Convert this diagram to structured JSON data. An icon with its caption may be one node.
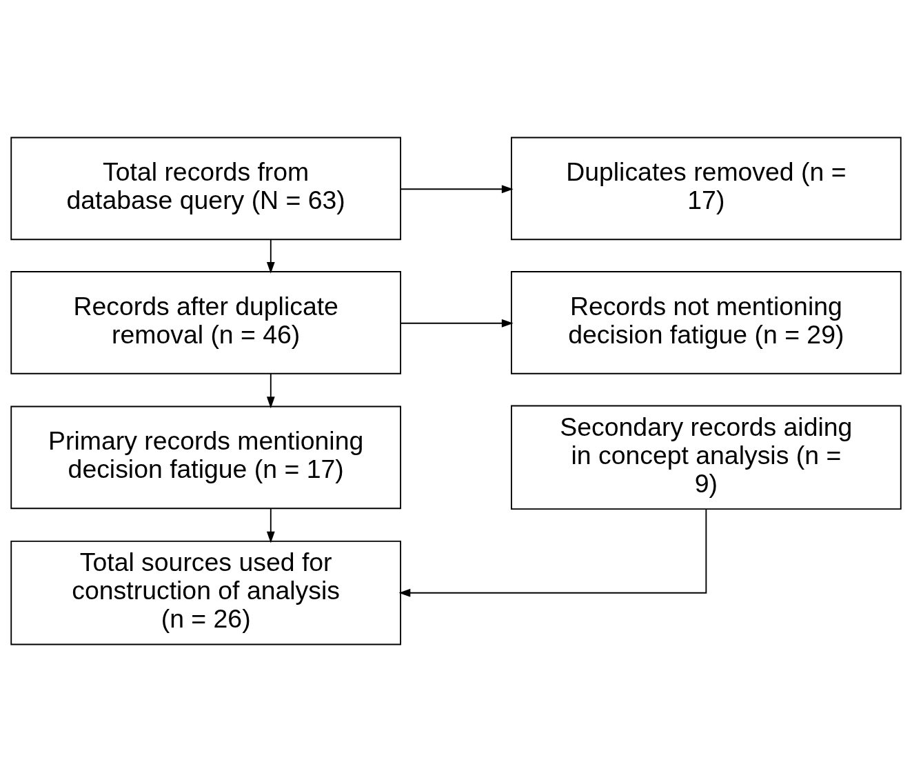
{
  "diagram": {
    "nodes": [
      {
        "text": [
          "Total records from database query (N = 63)"
        ]
      },
      {
        "text": [
          "Duplicates removed (n = 17)"
        ]
      },
      {
        "text": [
          "Records after duplicate removal (n = 46)"
        ]
      },
      {
        "text": [
          "Records not mentioning decision fatigue (n = 29)"
        ]
      },
      {
        "text": [
          "Primary records mentioning decision fatigue (n = 17)"
        ]
      },
      {
        "text": [
          "Secondary records aiding in concept analysis (n = 9)"
        ]
      },
      {
        "text": [
          "Total sources used for construction of analysis (n = 26)"
        ]
      }
    ],
    "edges": [
      {
        "from": 0,
        "to": 2,
        "arrow": "to"
      },
      {
        "from": 0,
        "to": 1,
        "arrow": "to"
      },
      {
        "from": 2,
        "to": 4,
        "arrow": "to"
      },
      {
        "from": 2,
        "to": 3,
        "arrow": "to"
      },
      {
        "from": 4,
        "to": 6,
        "arrow": "to"
      },
      {
        "from": 5,
        "to": 6,
        "arrow": "to"
      }
    ]
  }
}
